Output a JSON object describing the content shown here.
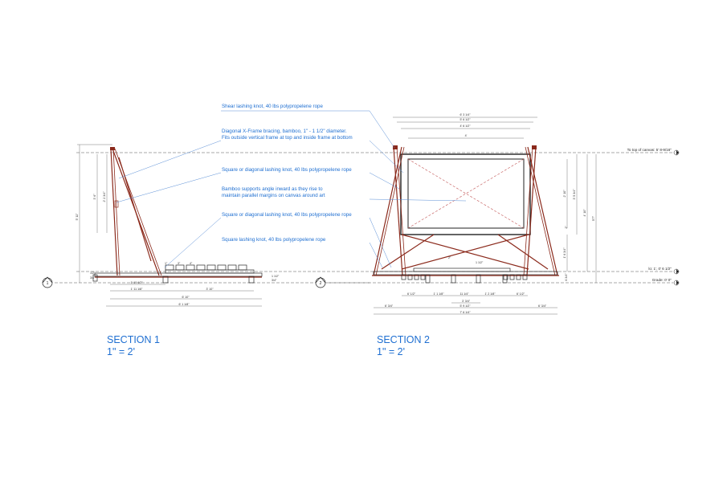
{
  "annotations": {
    "shear_knot": "Shear lashing knot, 40 lbs polypropelene rope",
    "xframe_line1": "Diagonal X-Frame bracing, bamboo, 1\" - 1 1/2\" diameter.",
    "xframe_line2": "Fits outside vertical frame at top and inside frame at bottom",
    "square_diag_knot_1": "Square or diagonal lashing knot, 40 lbs polypropelene rope",
    "bamboo_supports_line1": "Bamboo supports angle inward as they rise to",
    "bamboo_supports_line2": "maintain parallel margins on canvas around art",
    "square_diag_knot_2": "Square or diagonal lashing knot, 40 lbs polypropelene rope",
    "square_knot": "Square lashing knot, 40 lbs polypropelene rope"
  },
  "levels": {
    "top_of_canvas": "To top of canvas: 5' 8-9/16\"",
    "lo": "lo: 1', 0' 6 1/2\"",
    "grade": "Grade: 0' 0\""
  },
  "section_markers": {
    "s1": "1",
    "s2": "2"
  },
  "titles": {
    "section1_name": "SECTION 1",
    "section1_scale": "1\" = 2'",
    "section2_name": "SECTION 2",
    "section2_scale": "1\" = 2'"
  },
  "dims_s1": {
    "overall_height": "5' 11\"",
    "upper_height": "3' 6\"",
    "frame_height": "2' 2 3/4\"",
    "base_left": "1' 10 1/2\"",
    "base_mid": "1' 11 1/8\"",
    "base_deck": "3' 10\"",
    "base_total": "6' 10\"",
    "overall_depth": "6' 1 1/8\"",
    "post_small_a": "1\"",
    "post_small_b": "3\"",
    "post_small_c": "4\"",
    "small_1": "1/2\"",
    "small_2": "3/4\"",
    "small_3": "1 1/2\"",
    "small_4": "3/4\""
  },
  "dims_s2": {
    "top_width": "6' 3 1/4\"",
    "frame_outer_width": "5' 6 1/2\"",
    "frame_inner_width": "4' 6 1/2\"",
    "canvas_width": "4'",
    "canvas_height": "2' 10\"",
    "frame_height": "3' 5 3/4\"",
    "right_total_a": "4' 10\"",
    "right_total_b": "5'7\"",
    "lower_gap": "1' 6 3/4\"",
    "base_height": "6 3/4\"",
    "small_1": "2\"",
    "small_2": "2\"",
    "small_3": "1 1/2\"",
    "base_a": "6' 1/2\"",
    "base_b": "1' 1 1/8\"",
    "base_c": "11 1/4\"",
    "base_d": "1' 2 1/8\"",
    "base_e": "6' 1/2\"",
    "deck_total": "3' 3/4\"",
    "footprint_inner": "5' 9 1/2\"",
    "left_foot": "6' 3/4\"",
    "right_foot": "6' 3/4\"",
    "overall_footprint": "7' 6 1/4\""
  },
  "colors": {
    "annotation_blue": "#1f6fd1",
    "bamboo_red": "#8b2a1c",
    "leader_blue": "#5b8fd6",
    "linework": "#2a2a2a"
  }
}
